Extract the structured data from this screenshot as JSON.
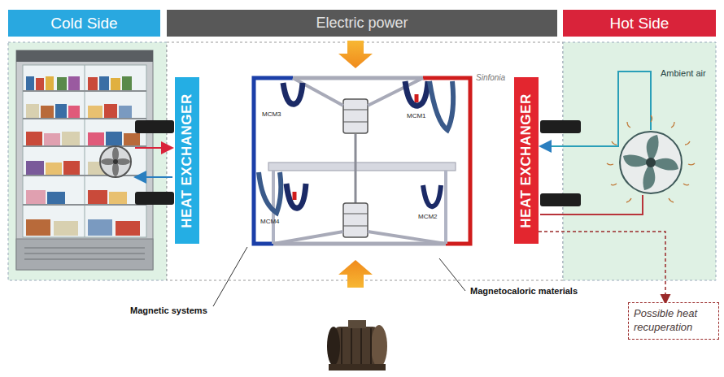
{
  "diagram": {
    "nodes": [
      {
        "text": [
          "Cold Side"
        ]
      },
      {
        "text": [
          "Electric power"
        ]
      },
      {
        "text": [
          "Hot Side"
        ]
      },
      {
        "text": [
          "HEAT EXCHANGER"
        ]
      },
      {
        "text": [
          "HEAT EXCHANGER"
        ]
      },
      {
        "text": [
          "Possible heat recuperation"
        ]
      }
    ],
    "edges": [
      {
        "from": 4,
        "to": 5,
        "arrow": "to"
      }
    ],
    "labels": [
      "MCM3",
      "MCM1",
      "MCM4",
      "MCM2",
      "Sinfonia",
      "Ambient air",
      "Magnetic systems",
      "Magnetocaloric materials"
    ]
  }
}
